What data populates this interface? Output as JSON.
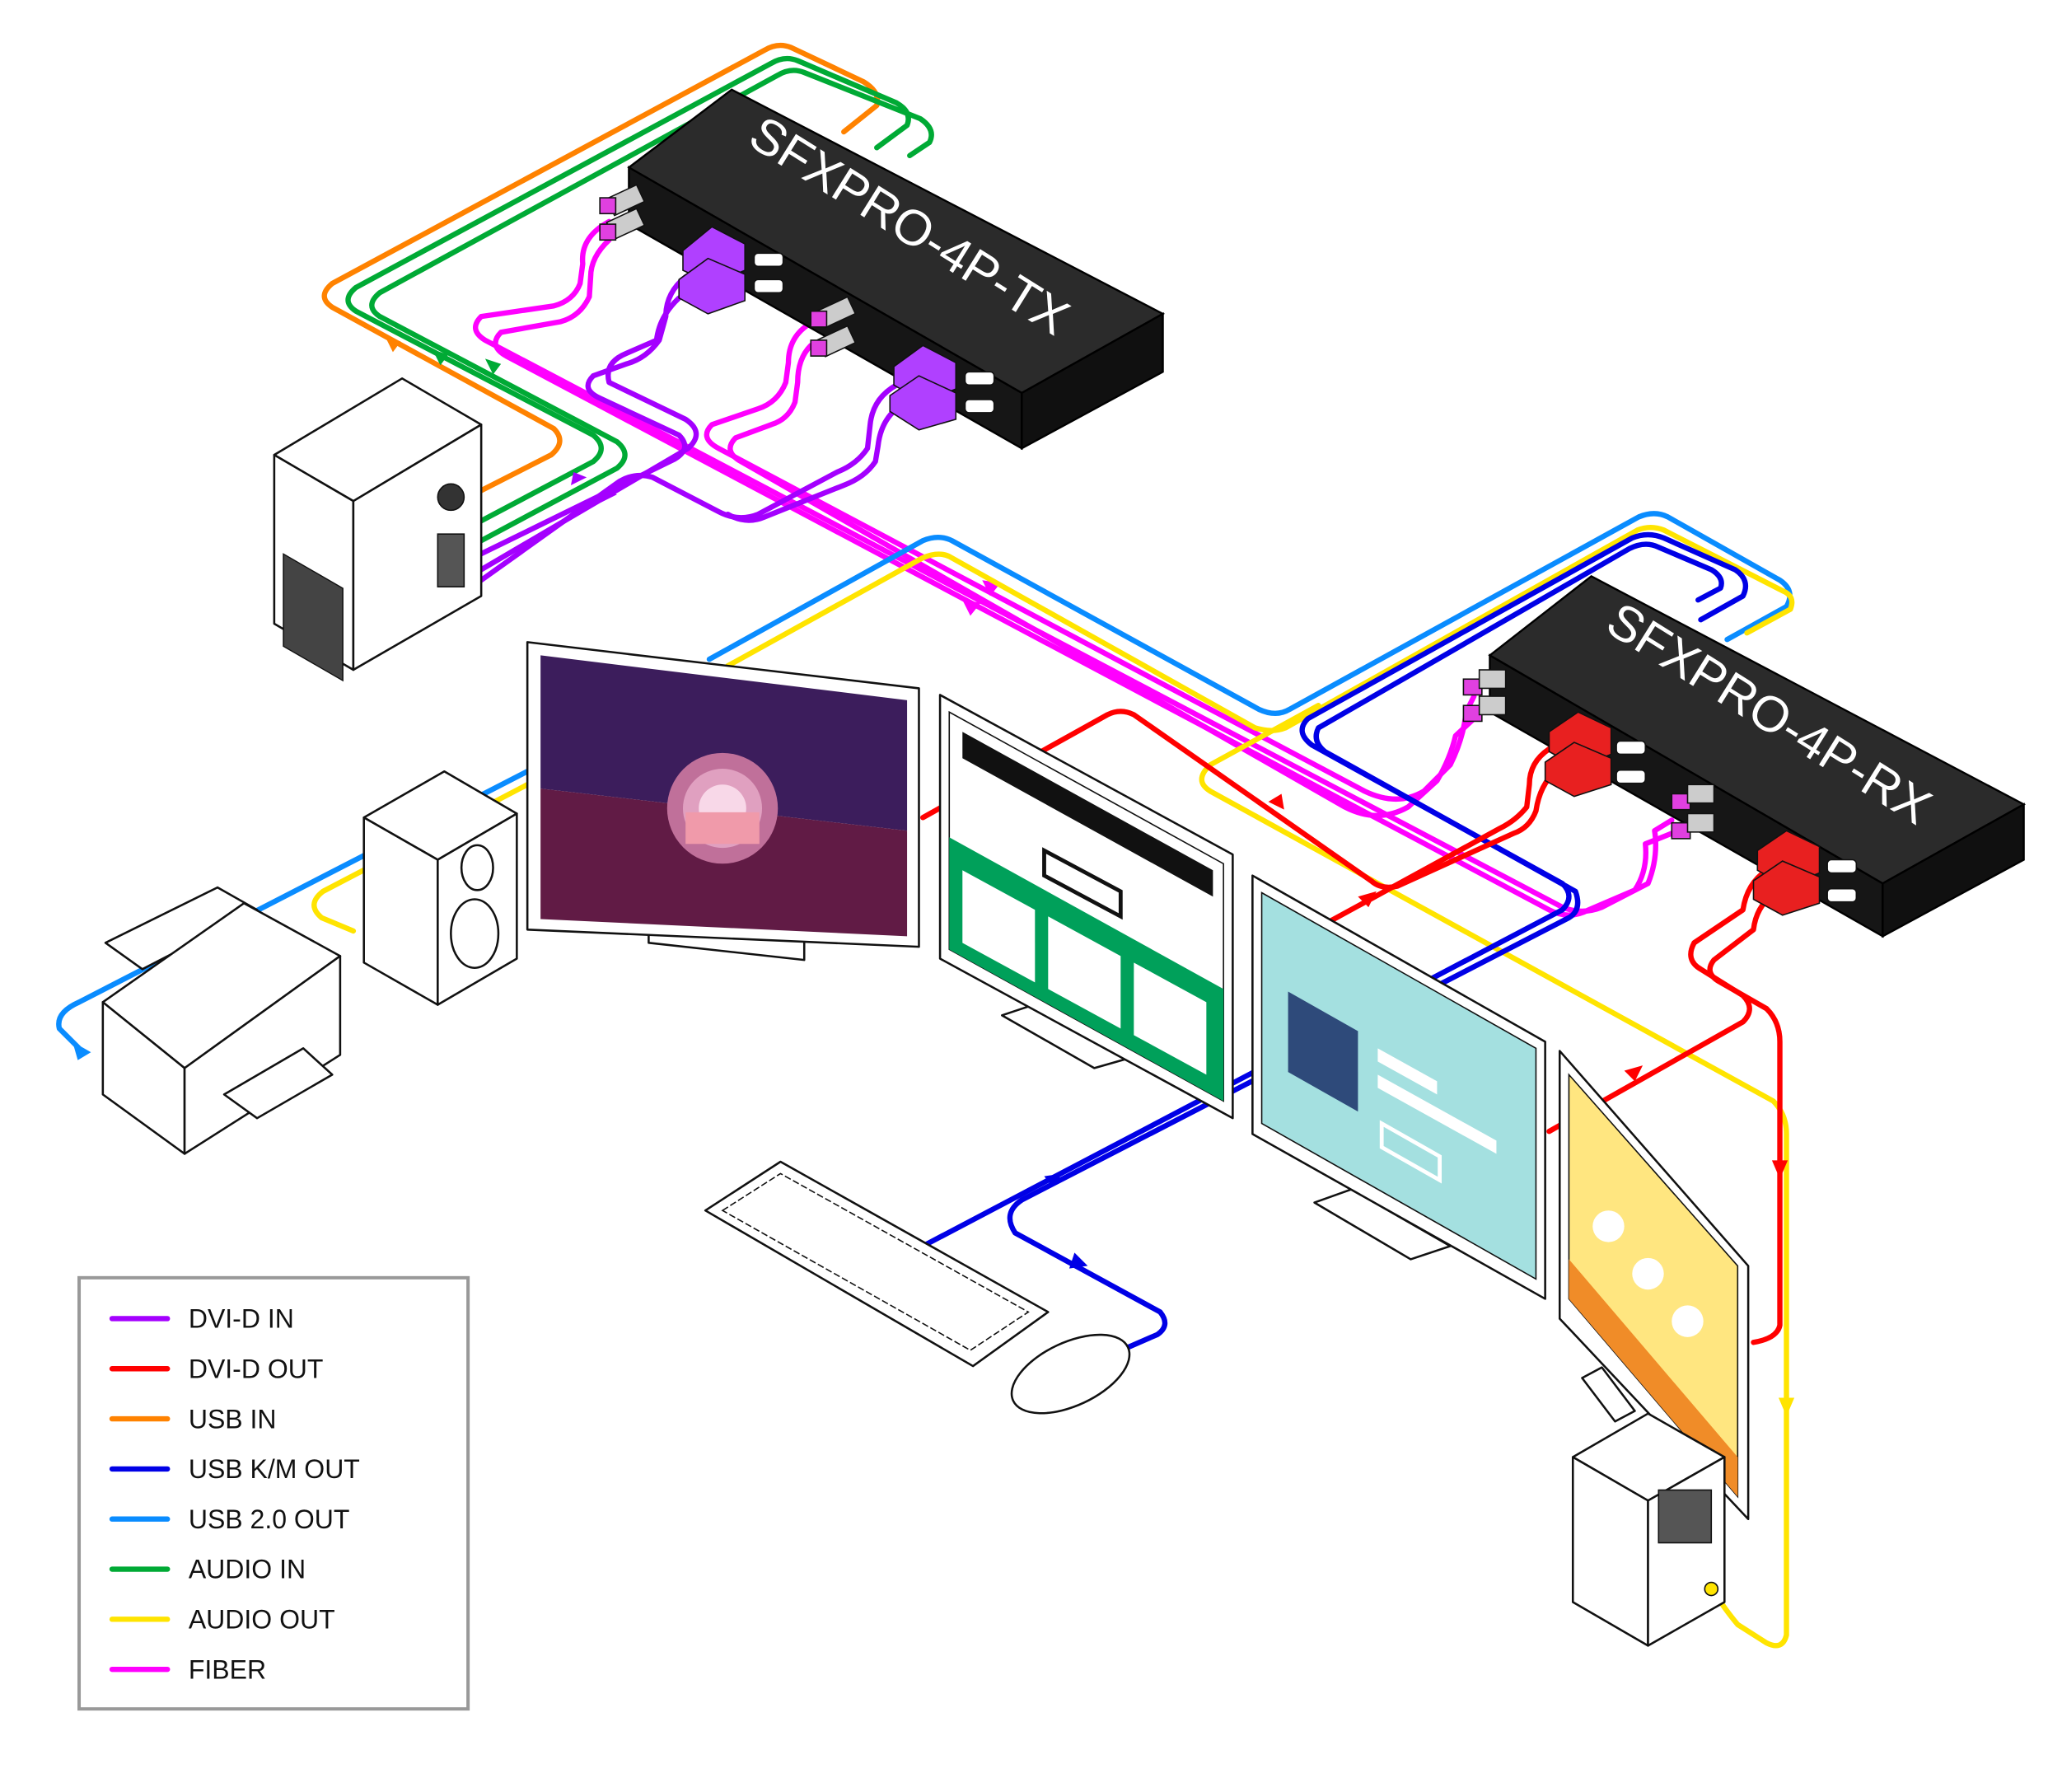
{
  "devices": {
    "transmitter_label": "SFXPRO-4P-TX",
    "receiver_label": "SFXPRO-4P-RX"
  },
  "legend": {
    "items": [
      {
        "label": "DVI-D IN",
        "color": "#A400FF"
      },
      {
        "label": "DVI-D OUT",
        "color": "#FF0000"
      },
      {
        "label": "USB IN",
        "color": "#FF8200"
      },
      {
        "label": "USB K/M OUT",
        "color": "#0000E6"
      },
      {
        "label": "USB 2.0 OUT",
        "color": "#0A8CFF"
      },
      {
        "label": "AUDIO IN",
        "color": "#00AA35"
      },
      {
        "label": "AUDIO OUT",
        "color": "#FFE400"
      },
      {
        "label": "FIBER",
        "color": "#FF00FF"
      }
    ]
  },
  "colors": {
    "chassis_top": "#2b2b2b",
    "chassis_side": "#161616",
    "dvi_in_connector": "#B040FF",
    "dvi_out_connector": "#E82020",
    "monitor1_sky": "#3C1D5C",
    "monitor1_ground": "#611B45",
    "monitor2_green": "#00A05A",
    "monitor3_bg": "#A4E0E0",
    "monitor4_bg": "#FFE680"
  }
}
